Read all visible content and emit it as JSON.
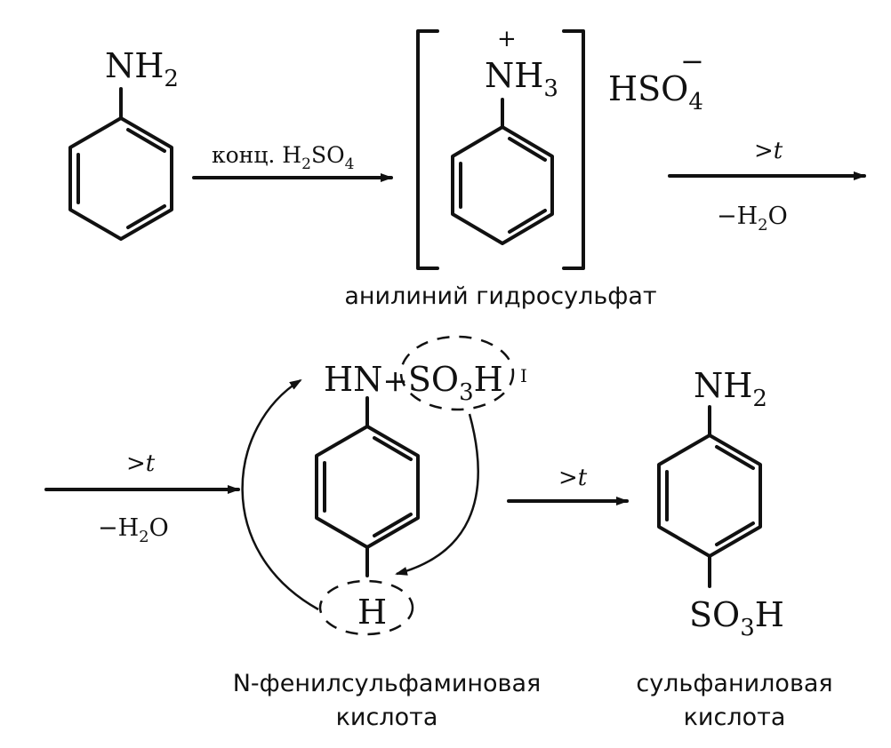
{
  "step1": {
    "reactant_group": "NH",
    "reactant_sub": "2",
    "reagent_prefix": "конц. H",
    "reagent_sub1": "2",
    "reagent_mid": "SO",
    "reagent_sub2": "4"
  },
  "intermediate1": {
    "charge": "+",
    "group": "NH",
    "group_sub": "3",
    "counter_ion": "HSO",
    "counter_sub": "4",
    "counter_charge": "−",
    "name": "анилиний гидросульфат"
  },
  "step2": {
    "condition_top": ">t",
    "condition_bottom_prefix": "−H",
    "condition_bottom_sub": "2",
    "condition_bottom_suffix": "O"
  },
  "step3": {
    "condition_top": ">t",
    "condition_bottom_prefix": "−H",
    "condition_bottom_sub": "2",
    "condition_bottom_suffix": "O"
  },
  "intermediate2": {
    "group_left": "HN",
    "bond_mark": "+",
    "group_right": "SO",
    "group_right_sub": "3",
    "group_right_suffix": "H",
    "side_mark": "I",
    "ring_h": "H",
    "name_line1": "N-фенилсульфаминовая",
    "name_line2": "кислота"
  },
  "step4": {
    "condition_top": ">t"
  },
  "product": {
    "top_group": "NH",
    "top_sub": "2",
    "bottom_group": "SO",
    "bottom_sub": "3",
    "bottom_suffix": "H",
    "name_line1": "сульфаниловая",
    "name_line2": "кислота"
  }
}
